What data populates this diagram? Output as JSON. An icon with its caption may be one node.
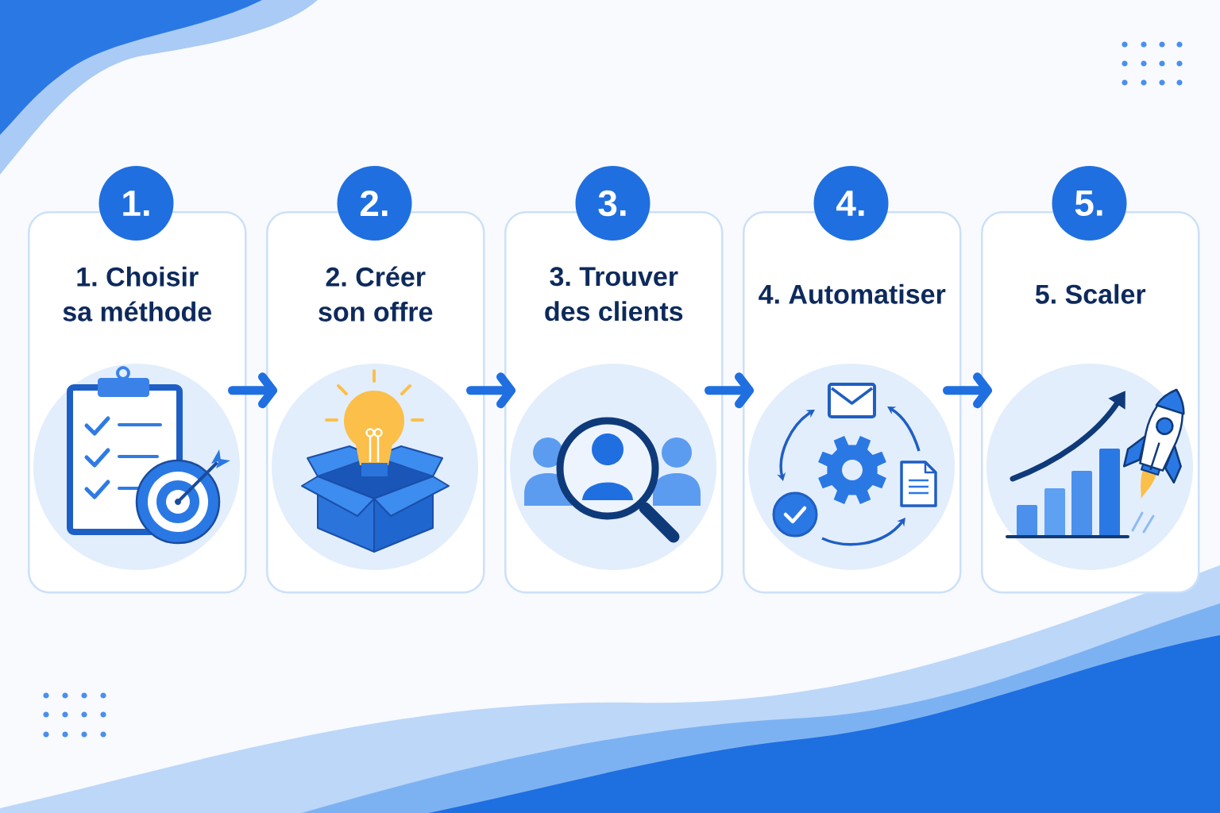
{
  "diagram": {
    "nodes": [
      {
        "text": [
          "1."
        ]
      },
      {
        "text": [
          "1. Choisir sa méthode"
        ]
      },
      {
        "text": [
          "2."
        ]
      },
      {
        "text": [
          "2. Créer son offre"
        ]
      },
      {
        "text": [
          "3."
        ]
      },
      {
        "text": [
          "3. Trouver des clients"
        ]
      },
      {
        "text": [
          "4."
        ]
      },
      {
        "text": [
          "4. Automatiser"
        ]
      },
      {
        "text": [
          "5."
        ]
      },
      {
        "text": [
          "5. Scaler"
        ]
      }
    ],
    "edges": [
      {
        "from": 1,
        "to": 3,
        "arrow": "to"
      },
      {
        "from": 3,
        "to": 5,
        "arrow": "to"
      },
      {
        "from": 5,
        "to": 7,
        "arrow": "to"
      },
      {
        "from": 7,
        "to": 9,
        "arrow": "to"
      }
    ]
  }
}
